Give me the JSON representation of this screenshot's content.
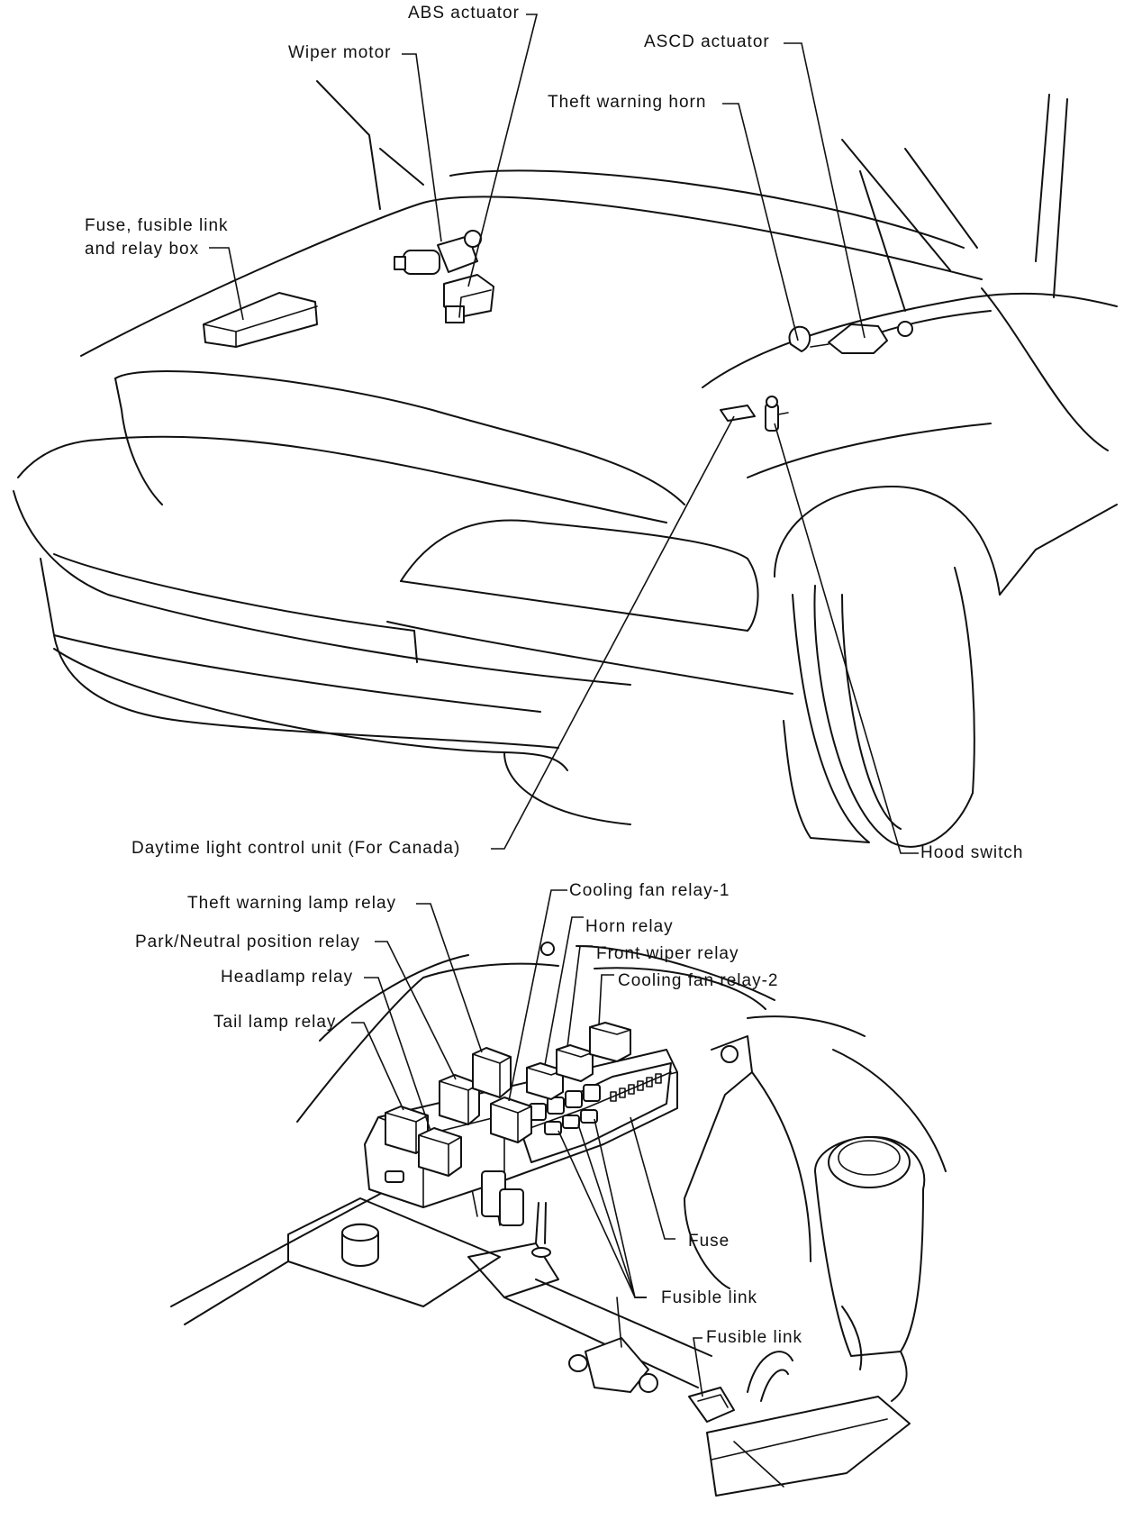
{
  "colors": {
    "ink": "#111111",
    "paper": "#ffffff"
  },
  "top_view": {
    "labels": {
      "abs_actuator": "ABS actuator",
      "wiper_motor": "Wiper motor",
      "ascd_actuator": "ASCD actuator",
      "theft_warning_horn": "Theft warning horn",
      "fuse_box_line1": "Fuse, fusible link",
      "fuse_box_line2": "and relay box",
      "daytime_light_unit": "Daytime light control unit (For Canada)",
      "hood_switch": "Hood switch"
    }
  },
  "bottom_view": {
    "labels": {
      "theft_warning_lamp_relay": "Theft warning lamp relay",
      "park_neutral_relay": "Park/Neutral position relay",
      "headlamp_relay": "Headlamp relay",
      "tail_lamp_relay": "Tail lamp relay",
      "cooling_fan_relay_1": "Cooling fan relay-1",
      "horn_relay": "Horn relay",
      "front_wiper_relay": "Front wiper relay",
      "cooling_fan_relay_2": "Cooling fan relay-2",
      "fuse": "Fuse",
      "fusible_link_upper": "Fusible link",
      "fusible_link_lower": "Fusible link"
    }
  }
}
